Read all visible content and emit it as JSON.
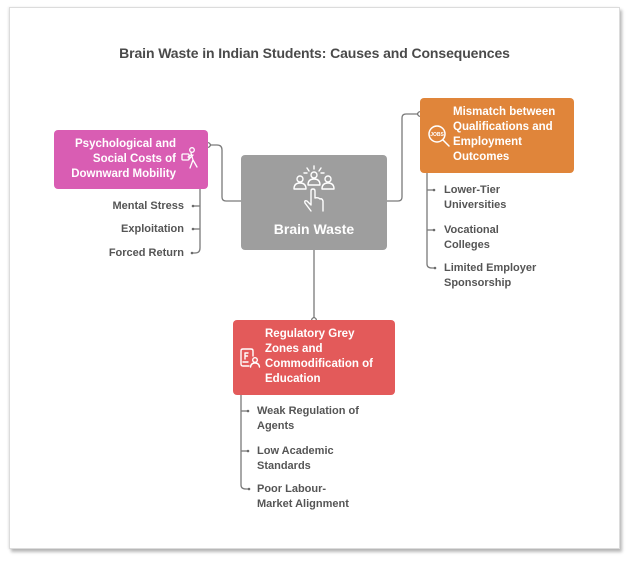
{
  "title": "Brain Waste in Indian Students: Causes and Consequences",
  "center": {
    "label": "Brain Waste",
    "icon": "people-tap-icon",
    "color": "#9e9e9e"
  },
  "branches": {
    "psychological": {
      "label_lines": [
        "Psychological and",
        "Social Costs of",
        "Downward Mobility"
      ],
      "icon": "person-carrying-box-icon",
      "color": "#d95db3",
      "items": [
        "Mental Stress",
        "Exploitation",
        "Forced Return"
      ]
    },
    "mismatch": {
      "label_lines": [
        "Mismatch between",
        "Qualifications and",
        "Employment",
        "Outcomes"
      ],
      "icon": "job-search-icon",
      "color": "#e0853a",
      "items": [
        {
          "lines": [
            "Lower-Tier",
            "Universities"
          ]
        },
        {
          "lines": [
            "Vocational",
            "Colleges"
          ]
        },
        {
          "lines": [
            "Limited Employer",
            "Sponsorship"
          ]
        }
      ]
    },
    "regulatory": {
      "label_lines": [
        "Regulatory Grey",
        "Zones and",
        "Commodification of",
        "Education"
      ],
      "icon": "document-user-icon",
      "color": "#e35a5a",
      "items": [
        {
          "lines": [
            "Weak Regulation of",
            "Agents"
          ]
        },
        {
          "lines": [
            "Low Academic",
            "Standards"
          ]
        },
        {
          "lines": [
            "Poor Labour-",
            "Market Alignment"
          ]
        }
      ]
    }
  }
}
